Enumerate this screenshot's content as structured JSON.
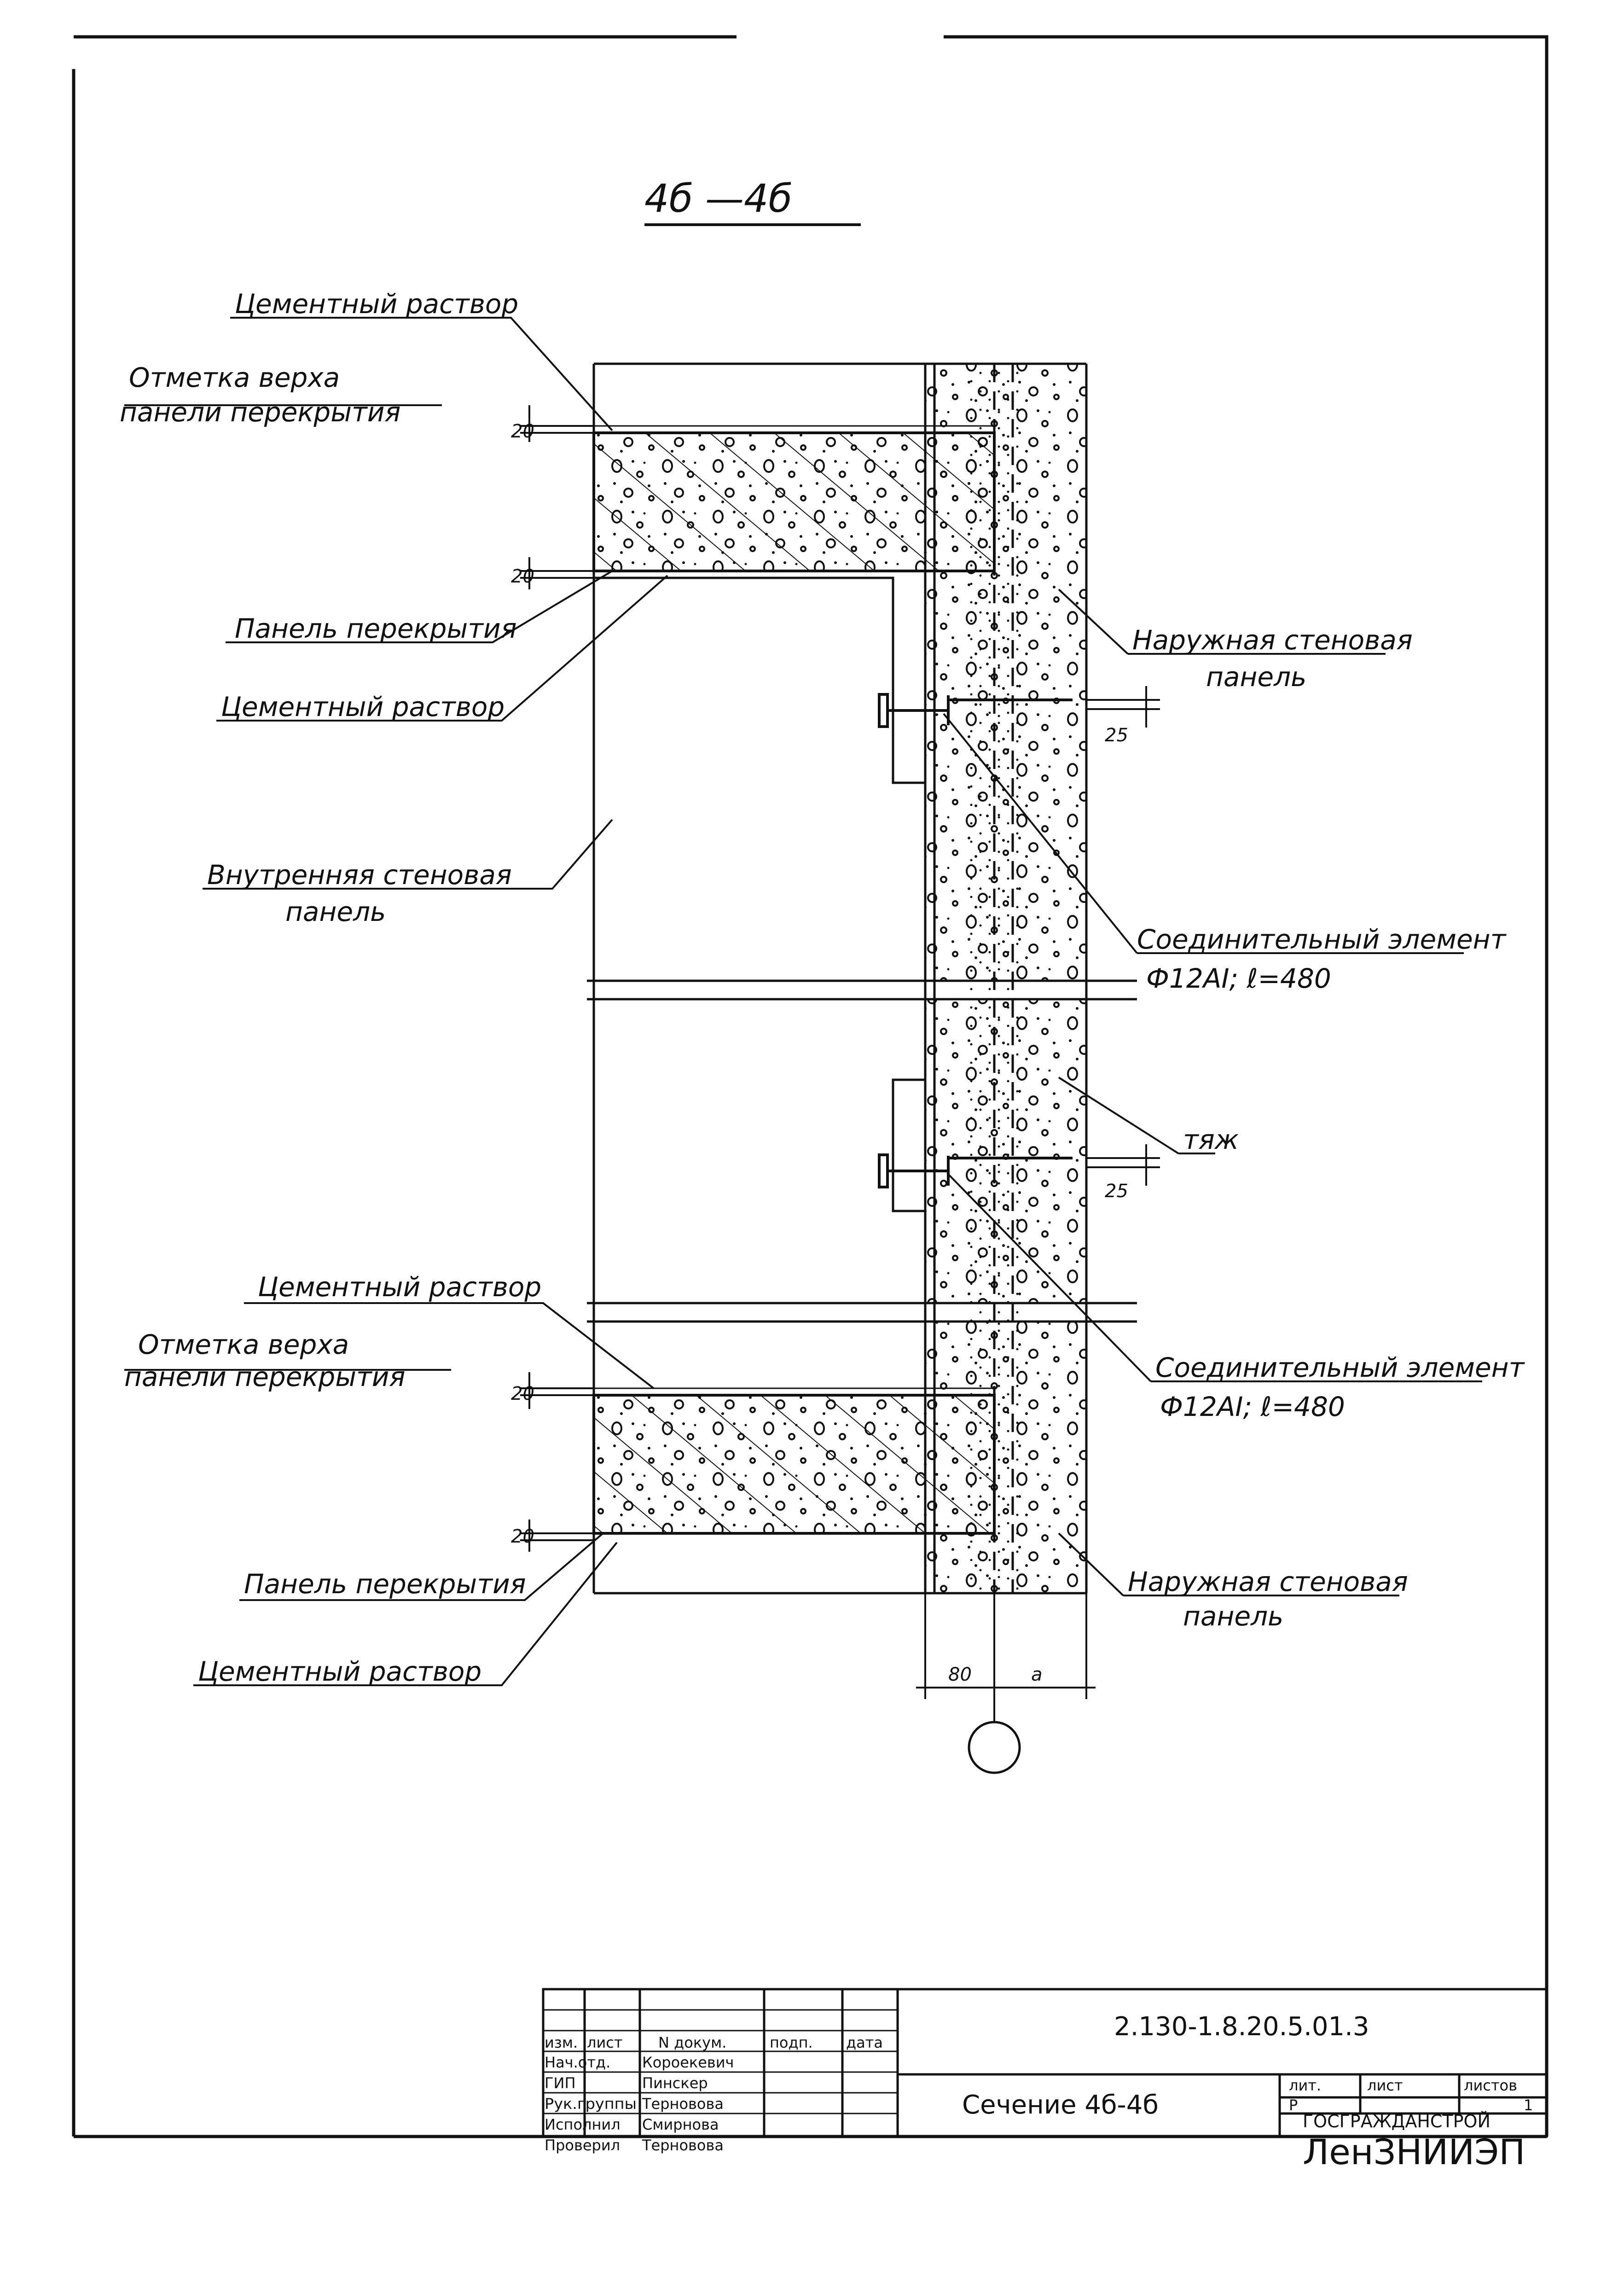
{
  "section_title": "4б —4б",
  "labels": {
    "top_mortar_1": "Цементный раствор",
    "top_mark_line1": "Отметка верха",
    "top_mark_line2": "панели перекрытия",
    "top_floor_panel": "Панель перекрытия",
    "top_mortar_2": "Цементный раствор",
    "inner_wall_line1": "Внутренняя стеновая",
    "inner_wall_line2": "панель",
    "outer_wall_top_line1": "Наружная стеновая",
    "outer_wall_top_line2": "панель",
    "connector_top_line1": "Соединительный элемент",
    "connector_top_line2": "Ф12АI; ℓ=480",
    "tie": "тяж",
    "bot_mortar_1": "Цементный раствор",
    "bot_mark_line1": "Отметка верха",
    "bot_mark_line2": "панели перекрытия",
    "connector_bot_line1": "Соединительный элемент",
    "connector_bot_line2": "Ф12АI; ℓ=480",
    "bot_floor_panel": "Панель перекрытия",
    "outer_wall_bot_line1": "Наружная стеновая",
    "outer_wall_bot_line2": "панель",
    "bot_mortar_2": "Цементный раствор"
  },
  "dimensions": {
    "d20_a": "20",
    "d20_b": "20",
    "d20_c": "20",
    "d20_d": "20",
    "d25_a": "25",
    "d25_b": "25",
    "d80": "80",
    "da": "а"
  },
  "title_block": {
    "document_code": "2.130-1.8.20.5.01.3",
    "headers": {
      "izm": "изм.",
      "list": "лист",
      "ndoc": "N докум.",
      "podp": "подп.",
      "data": "дата"
    },
    "staff": [
      {
        "role": "Нач.отд.",
        "name": "Короекевич"
      },
      {
        "role": "ГИП",
        "name": "Пинскер"
      },
      {
        "role": "Рук.группы",
        "name": "Терновова"
      },
      {
        "role": "Исполнил",
        "name": "Смирнова"
      },
      {
        "role": "Проверил",
        "name": "Терновова"
      }
    ],
    "sheet_title": "Сечение 4б-4б",
    "lit_label": "лит.",
    "list_label": "лист",
    "listov_label": "листов",
    "lit_value": "Р",
    "listov_value": "1",
    "org1": "ГОСГРАЖДАНСТРОЙ",
    "org2": "ЛенЗНИИЭП"
  }
}
